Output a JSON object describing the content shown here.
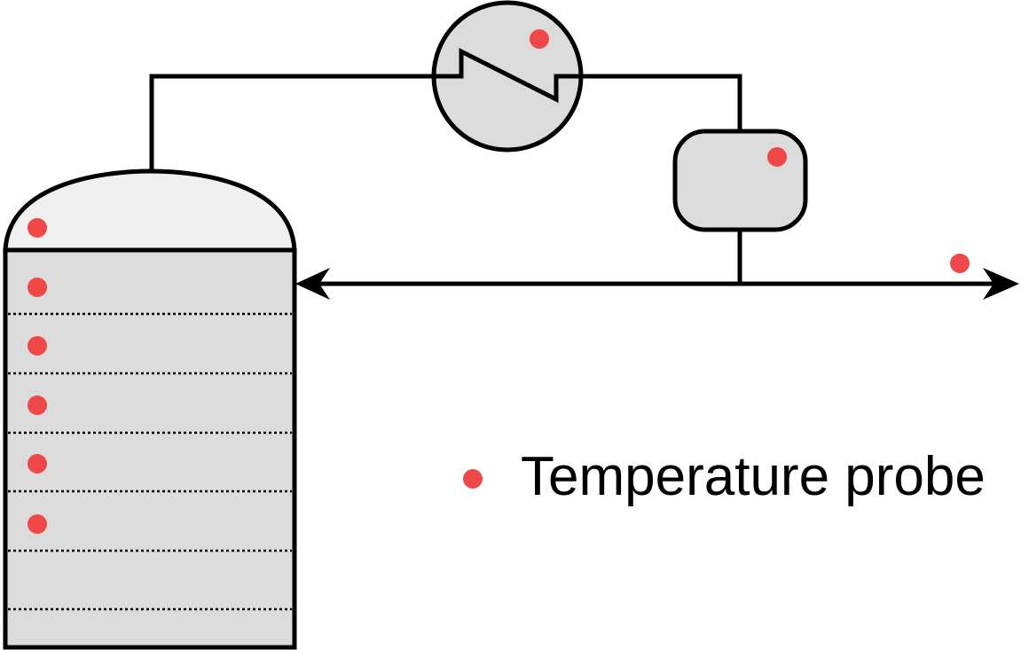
{
  "legend": {
    "probe_label": "Temperature probe"
  },
  "colors": {
    "probe": "#f04848",
    "line": "#000000",
    "vessel_fill": "#dcdcdc",
    "dome_fill": "#f0f0f0"
  },
  "icons": {
    "probe": "filled-circle",
    "exchanger": "heat-exchanger-zigzag-icon",
    "drum": "rounded-drum",
    "column": "distillation-column"
  }
}
